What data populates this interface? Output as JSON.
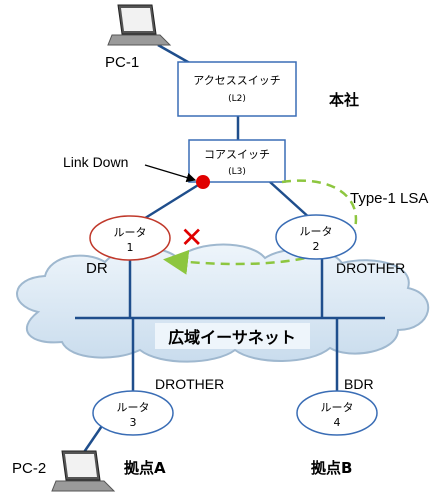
{
  "pcs": {
    "pc1": "PC-1",
    "pc2": "PC-2"
  },
  "switches": {
    "access": {
      "line1": "アクセススイッチ",
      "line2": "(L2)"
    },
    "core": {
      "line1": "コアスイッチ",
      "line2": "(L3)"
    }
  },
  "routers": [
    {
      "label": "ルータ",
      "num": "1",
      "role": "DR",
      "state": "failed"
    },
    {
      "label": "ルータ",
      "num": "2",
      "role": "DROTHER"
    },
    {
      "label": "ルータ",
      "num": "3",
      "role": "DROTHER"
    },
    {
      "label": "ルータ",
      "num": "4",
      "role": "BDR"
    }
  ],
  "sites": {
    "hq": "本社",
    "site_a": "拠点A",
    "site_b": "拠点B"
  },
  "annotations": {
    "link_down": "Link Down",
    "lsa": "Type-1 LSA",
    "failure_mark": "✕"
  },
  "wan": "広域イーサネット",
  "colors": {
    "box_border": "#3a6db5",
    "line": "#1f4e8c",
    "router1_border": "#c0392b",
    "cloud_fill": "#dbe9f4",
    "cloud_stroke": "#9fb8cf",
    "down_dot": "#e00000",
    "lsa_dash": "#8dc63f",
    "x_mark": "#e00000"
  }
}
